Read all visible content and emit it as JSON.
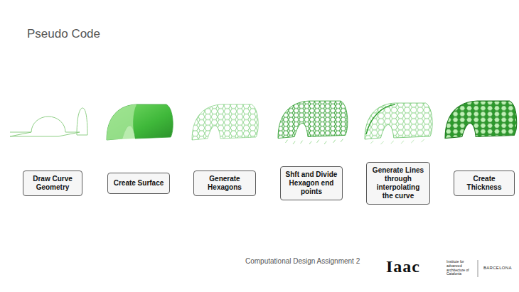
{
  "diagram": {
    "title": "Pseudo Code",
    "nodes": [
      {
        "text": [
          "Draw Curve Geometry"
        ]
      },
      {
        "text": [
          "Create Surface"
        ]
      },
      {
        "text": [
          "Generate Hexagons"
        ]
      },
      {
        "text": [
          "Shft and Divide Hexagon end points"
        ]
      },
      {
        "text": [
          "Generate Lines through interpolating the curve"
        ]
      },
      {
        "text": [
          "Create Thickness"
        ]
      }
    ],
    "labels": [
      "Computational Design Assignment  2",
      "Iaac",
      "Institute for advanced architecture of Catalonia",
      "BARCELONA"
    ]
  }
}
